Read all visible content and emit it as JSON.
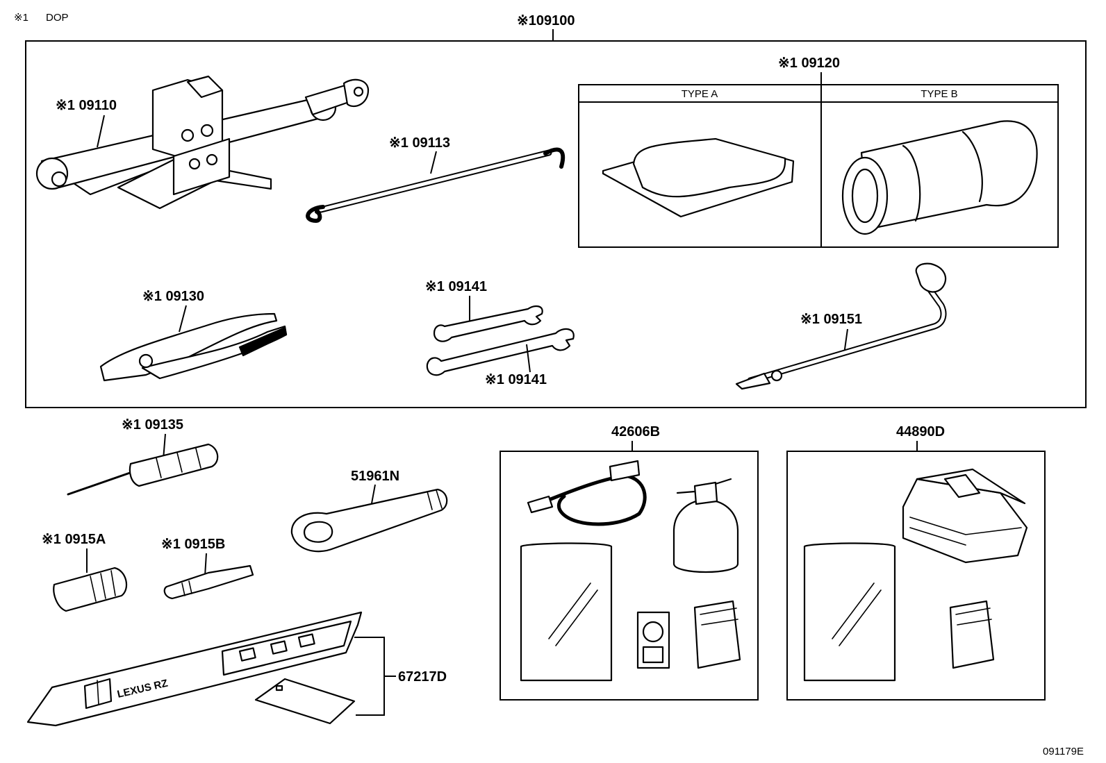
{
  "legend": {
    "mark": "※1",
    "meaning": "DOP"
  },
  "diagram_id": "091179E",
  "groups": {
    "tool_kit": "※109100",
    "bag": "※1 09120",
    "repair_kit": "42606B",
    "compressor_kit": "44890D",
    "plate": "67217D"
  },
  "bag_types": {
    "type_a": "TYPE A",
    "type_b": "TYPE B"
  },
  "parts": {
    "jack": "※1 09110",
    "jack_handle": "※1 09113",
    "pliers": "※1 09130",
    "wrench_upper": "※1 09141",
    "wrench_lower": "※1 09141",
    "wheel_wrench": "※1 09151",
    "screwdriver": "※1 09135",
    "adapter_a": "※1 0915A",
    "adapter_b": "※1 0915B",
    "towing_eyelet": "51961N"
  },
  "plate_text": "LEXUS RZ"
}
